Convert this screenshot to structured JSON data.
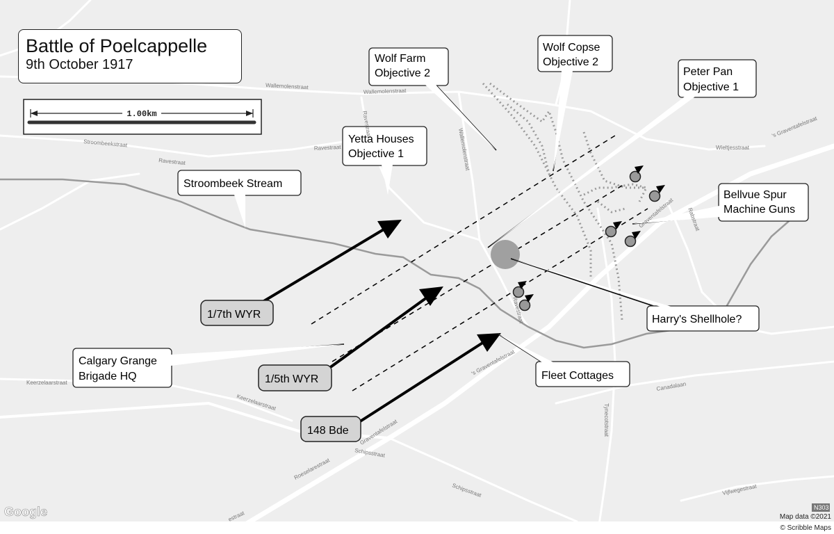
{
  "title": {
    "main": "Battle of Poelcappelle",
    "sub": "9th October 1917"
  },
  "scale": {
    "label": "1.00km"
  },
  "callouts": {
    "wolf_farm": [
      "Wolf Farm",
      "Objective 2"
    ],
    "wolf_copse": [
      "Wolf Copse",
      "Objective 2"
    ],
    "peter_pan": [
      "Peter Pan",
      "Objective 1"
    ],
    "yetta_houses": [
      "Yetta Houses",
      "Objective 1"
    ],
    "stroombeek": [
      "Stroombeek Stream"
    ],
    "bellvue": [
      "Bellvue Spur",
      "Machine Guns"
    ],
    "harrys": [
      "Harry's Shellhole?"
    ],
    "calgary": [
      "Calgary Grange",
      "Brigade HQ"
    ],
    "fleet": [
      "Fleet Cottages"
    ]
  },
  "units": {
    "wyr_1_7": "1/7th WYR",
    "wyr_1_5": "1/5th WYR",
    "bde_148": "148 Bde"
  },
  "roads": {
    "wallemolenstraat_1": "Wallemolenstraat",
    "wallemolenstraat_2": "Wallemolenstraat",
    "wallemolenstraat_3": "Wallemolenstraat",
    "stroombeekstraat": "Stroombeekstraat",
    "ravestraat_1": "Ravestraat",
    "ravestraat_2": "Ravestraat",
    "ravestraat_3": "Ravestraat",
    "ravestraat_4": "Ravestraat",
    "graventafel_1": "'s Graventafelstraat",
    "graventafel_2": "'s Graventafelstraat",
    "graventafel_3": "Graventafelstraat",
    "graventafel_4": "Graventafelstraat",
    "roeselarestraat": "Roeselarestraat",
    "schipsstraat_1": "Schipsstraat",
    "schipsstraat_2": "Schipsstraat",
    "keerzelaarstraat_1": "Keerzelaarstraat",
    "keerzelaarstraat_2": "Keerzelaarstraat",
    "tynecotstraat": "Tynecotstraat",
    "canadalaan": "Canadalaan",
    "vijfwegestraat": "Vijfwegestraat",
    "wieltjesstraat": "Wieltjesstraat",
    "rabstraat": "Rabstraat",
    "estraat": "estraat"
  },
  "footer": {
    "google": "Google",
    "map_data": "Map data ©2021",
    "scribble": "© Scribble Maps",
    "route_badge": "N303"
  },
  "colors": {
    "background": "#eeeeee",
    "roads": "#ffffff",
    "stream": "#999999",
    "marker_fill": "#999999",
    "arrow": "#000000",
    "shellhole": "#999999"
  }
}
